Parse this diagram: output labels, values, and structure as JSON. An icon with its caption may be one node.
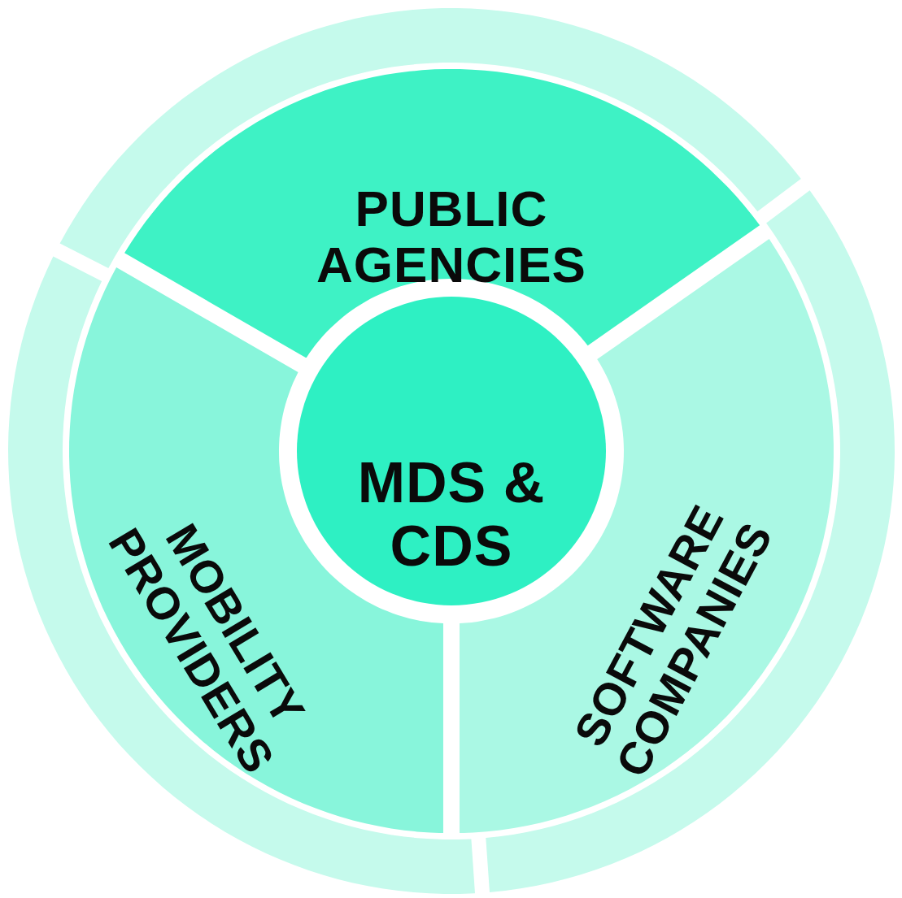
{
  "diagram": {
    "nodes": [
      {
        "text": [
          "MDS & CDS"
        ]
      },
      {
        "text": [
          "PUBLIC AGENCIES"
        ]
      },
      {
        "text": [
          "MOBILITY PROVIDERS"
        ]
      },
      {
        "text": [
          "SOFTWARE COMPANIES"
        ]
      }
    ]
  }
}
